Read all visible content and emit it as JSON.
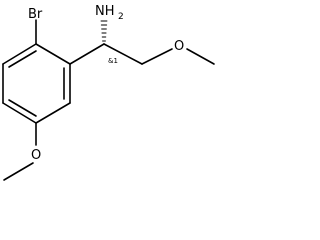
{
  "molecule": {
    "atoms": {
      "br": "Br",
      "amine_n": "NH",
      "amine_h_count": "2",
      "stereo_tag": "&1",
      "ether_o_right": "O",
      "ether_o_bottom": "O"
    },
    "stereo_bond": "hashed wedge",
    "color": "#000000"
  }
}
